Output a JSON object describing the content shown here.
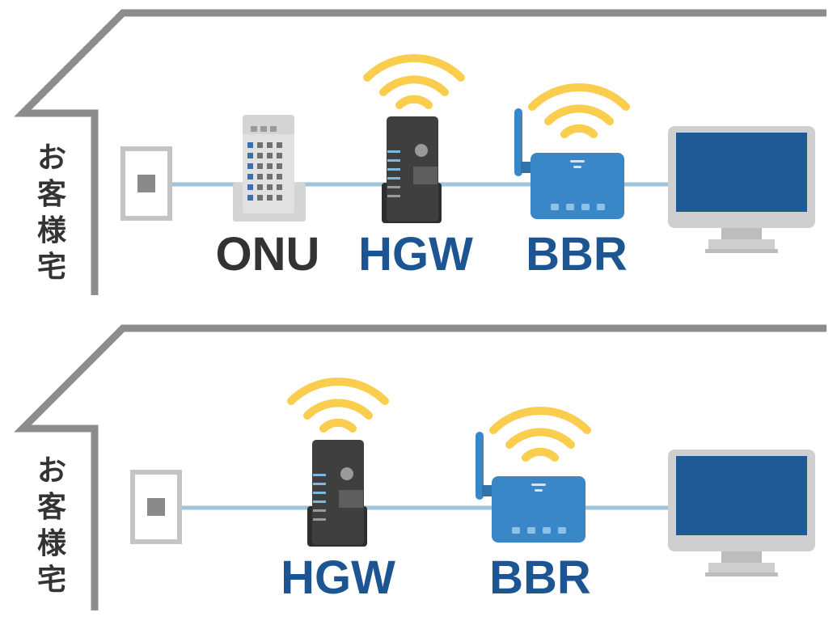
{
  "colors": {
    "house_outline": "#8c8c8c",
    "cable": "#9dc6dc",
    "wifi": "#fbcd4e",
    "onu_label": "#333333",
    "hgw_label": "#1d5593",
    "bbr_label": "#1d5593",
    "house_label": "#333333",
    "router_blue": "#3a87c8",
    "monitor_screen": "#1f5a96",
    "monitor_frame": "#cfcfcf",
    "hgw_body": "#3f3f3f"
  },
  "panels": [
    {
      "house_label": "お客様宅",
      "devices": [
        {
          "id": "outlet",
          "type": "wall-outlet"
        },
        {
          "id": "onu",
          "type": "onu",
          "label": "ONU"
        },
        {
          "id": "hgw",
          "type": "hgw",
          "label": "HGW",
          "wifi": true
        },
        {
          "id": "bbr",
          "type": "router",
          "label": "BBR",
          "wifi": true
        },
        {
          "id": "pc",
          "type": "monitor"
        }
      ]
    },
    {
      "house_label": "お客様宅",
      "devices": [
        {
          "id": "outlet",
          "type": "wall-outlet"
        },
        {
          "id": "hgw",
          "type": "hgw",
          "label": "HGW",
          "wifi": true
        },
        {
          "id": "bbr",
          "type": "router",
          "label": "BBR",
          "wifi": true
        },
        {
          "id": "pc",
          "type": "monitor"
        }
      ]
    }
  ]
}
